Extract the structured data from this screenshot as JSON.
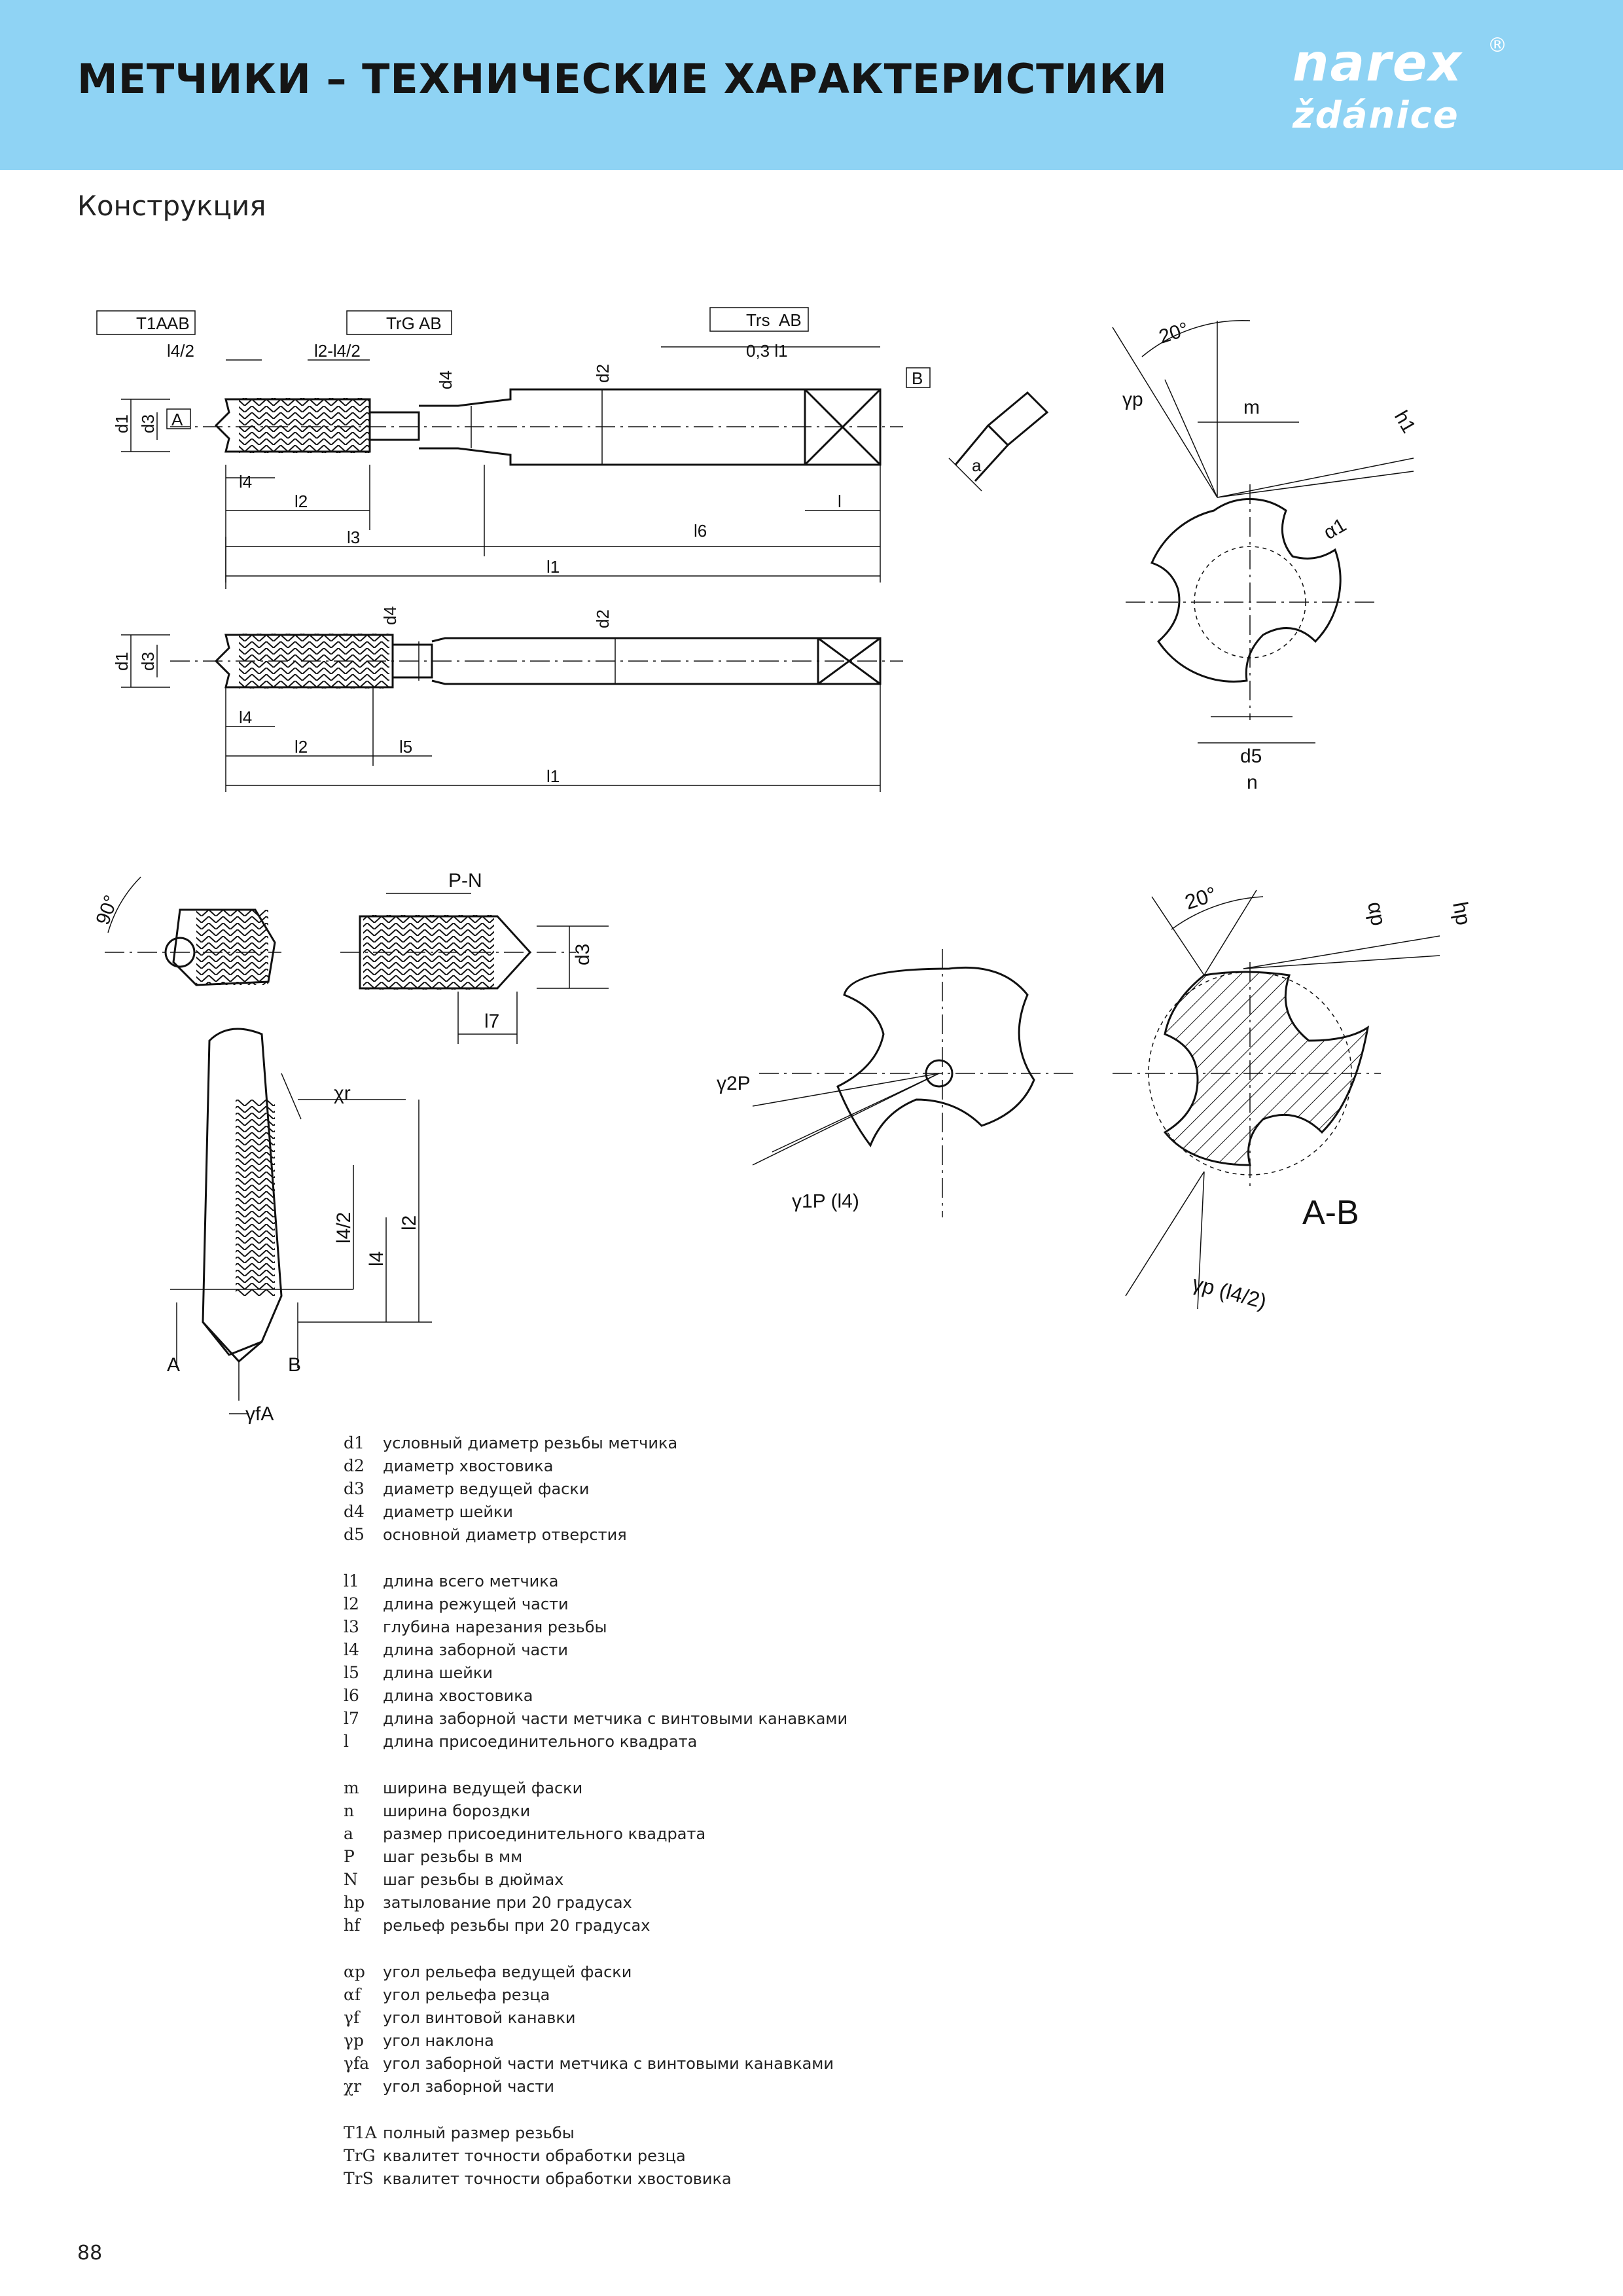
{
  "header": {
    "title": "МЕТЧИКИ – ТЕХНИЧЕСКИЕ ХАРАКТЕРИСТИКИ",
    "background_color": "#8fd3f4",
    "logo": {
      "line1": "narex",
      "line2": "ždánice",
      "registered": "®"
    }
  },
  "section": {
    "title": "Конструкция"
  },
  "drawing_labels": {
    "tol_t1a": "T1A",
    "tol_trg": "TrG",
    "tol_trs": "Trs",
    "datum_ab": "AB",
    "datum_a": "A",
    "datum_b": "B",
    "l4_half": "l4/2",
    "l2_minus_l4_half": "l2-l4/2",
    "point3_l1": "0,3 l1",
    "d1": "d1",
    "d2": "d2",
    "d3": "d3",
    "d4": "d4",
    "d5": "d5",
    "l": "l",
    "l1": "l1",
    "l2": "l2",
    "l3": "l3",
    "l4": "l4",
    "l5": "l5",
    "l6": "l6",
    "l7": "l7",
    "a": "a",
    "m": "m",
    "n": "n",
    "h1": "h1",
    "hp": "hp",
    "alpha1": "α1",
    "alpha_p": "αp",
    "gamma_p": "γp",
    "gamma_2p": "γ2P",
    "gamma_1p_l4": "γ1P (l4)",
    "gamma_p_l4_half": "γp (l4/2)",
    "gamma_fa": "γfA",
    "chi_r": "χr",
    "deg20": "20°",
    "deg90": "90°",
    "pn": "P-N",
    "ab_section": "A-B"
  },
  "legend": {
    "groups": [
      {
        "items": [
          {
            "sym": "d1",
            "desc": "условный диаметр резьбы метчика"
          },
          {
            "sym": "d2",
            "desc": "диаметр хвостовика"
          },
          {
            "sym": "d3",
            "desc": "диаметр ведущей  фаски"
          },
          {
            "sym": "d4",
            "desc": "диаметр шейки"
          },
          {
            "sym": "d5",
            "desc": "основной диаметр отверстия"
          }
        ]
      },
      {
        "items": [
          {
            "sym": "l1",
            "desc": "длина всего метчика"
          },
          {
            "sym": "l2",
            "desc": "длина режущей части"
          },
          {
            "sym": "l3",
            "desc": "глубина нарезания резьбы"
          },
          {
            "sym": "l4",
            "desc": "длина заборной части"
          },
          {
            "sym": "l5",
            "desc": "длина шейки"
          },
          {
            "sym": "l6",
            "desc": "длина хвостовика"
          },
          {
            "sym": "l7",
            "desc": "длина  заборной части метчика с винтовыми канавками"
          },
          {
            "sym": "l",
            "desc": "длина присоединительного квадрата"
          }
        ]
      },
      {
        "items": [
          {
            "sym": "m",
            "desc": "ширина ведущей фаски"
          },
          {
            "sym": "n",
            "desc": "ширина бороздки"
          },
          {
            "sym": "a",
            "desc": "размер присоединительного квадрата"
          },
          {
            "sym": "P",
            "desc": "шаг резьбы в мм"
          },
          {
            "sym": "N",
            "desc": "шаг резьбы в дюймах"
          },
          {
            "sym": "hp",
            "desc": "затылование при 20 градусах"
          },
          {
            "sym": "hf",
            "desc": "рельеф резьбы при 20 градусах"
          }
        ]
      },
      {
        "items": [
          {
            "sym": "αp",
            "desc": "угол  рельефа ведущей фаски"
          },
          {
            "sym": "αf",
            "desc": "угол  рельефа резца"
          },
          {
            "sym": "γf",
            "desc": "угол винтовой канавки"
          },
          {
            "sym": "γp",
            "desc": "угол наклона"
          },
          {
            "sym": "γfa",
            "desc": "угол заборной части метчика с винтовыми канавками"
          },
          {
            "sym": "χr",
            "desc": "угол заборной части"
          }
        ]
      },
      {
        "items": [
          {
            "sym": "T1A",
            "desc": "полный размер резьбы"
          },
          {
            "sym": "TrG",
            "desc": "квалитет точности обработки резца"
          },
          {
            "sym": "TrS",
            "desc": "квалитет точности обработки хвостовика"
          }
        ]
      }
    ]
  },
  "page_number": "88"
}
